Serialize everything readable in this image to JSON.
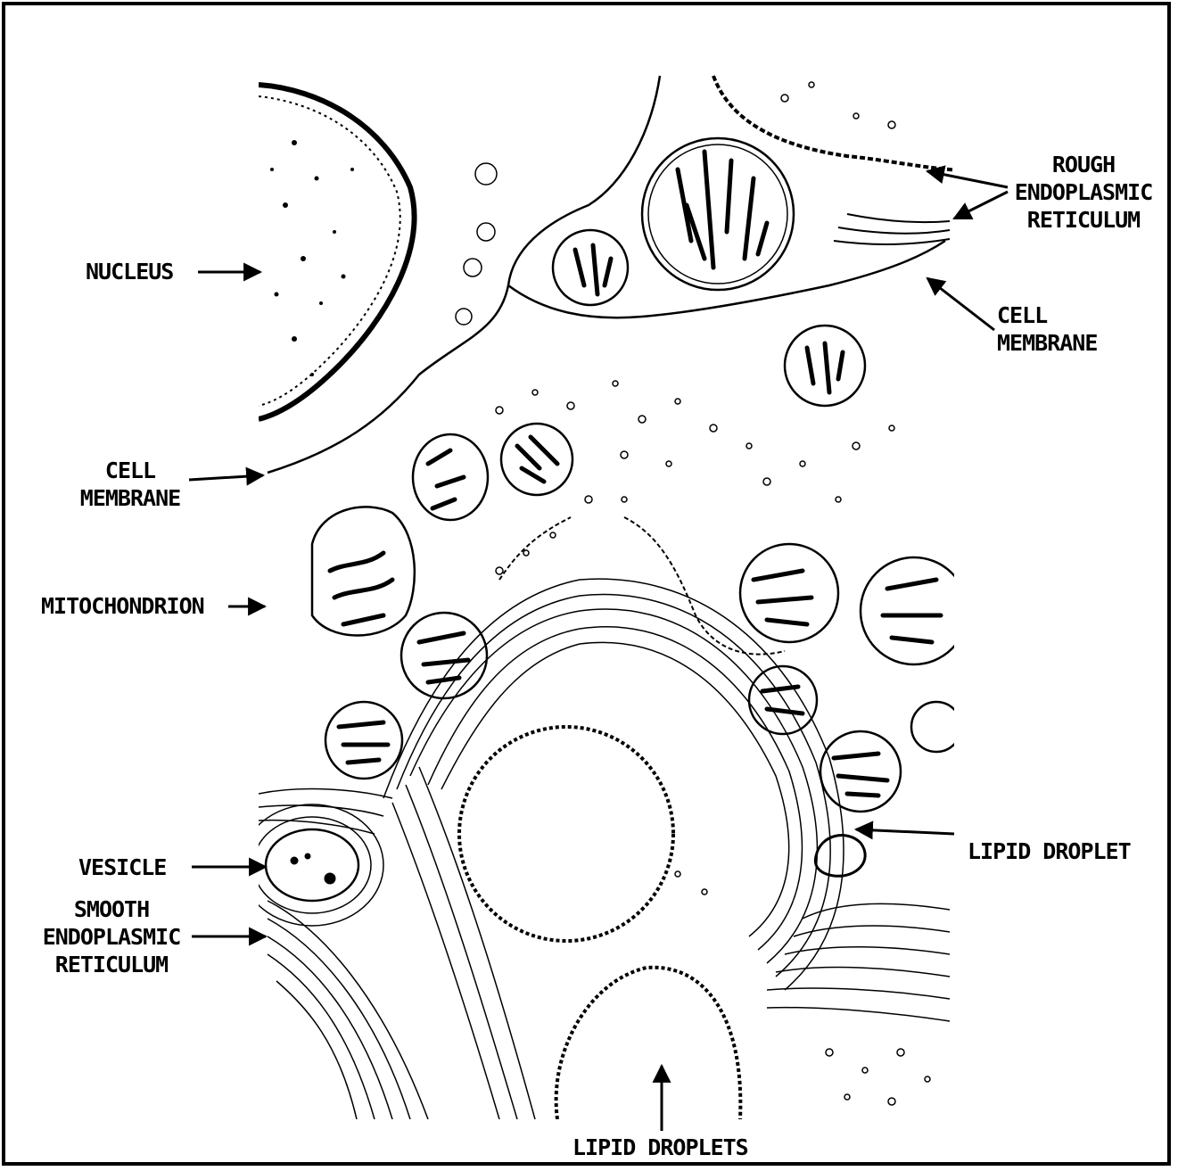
{
  "labels": {
    "nucleus": "NUCLEUS",
    "cell_membrane_left_1": "CELL",
    "cell_membrane_left_2": "MEMBRANE",
    "mitochondrion": "MITOCHONDRION",
    "vesicle": "VESICLE",
    "smooth_er_1": "SMOOTH",
    "smooth_er_2": "ENDOPLASMIC",
    "smooth_er_3": "RETICULUM",
    "rough_er_1": "ROUGH",
    "rough_er_2": "ENDOPLASMIC",
    "rough_er_3": "RETICULUM",
    "cell_membrane_right_1": "CELL",
    "cell_membrane_right_2": "MEMBRANE",
    "lipid_droplet": "LIPID DROPLET",
    "lipid_droplets": "LIPID DROPLETS"
  },
  "colors": {
    "ink": "#000000",
    "paper": "#ffffff"
  }
}
